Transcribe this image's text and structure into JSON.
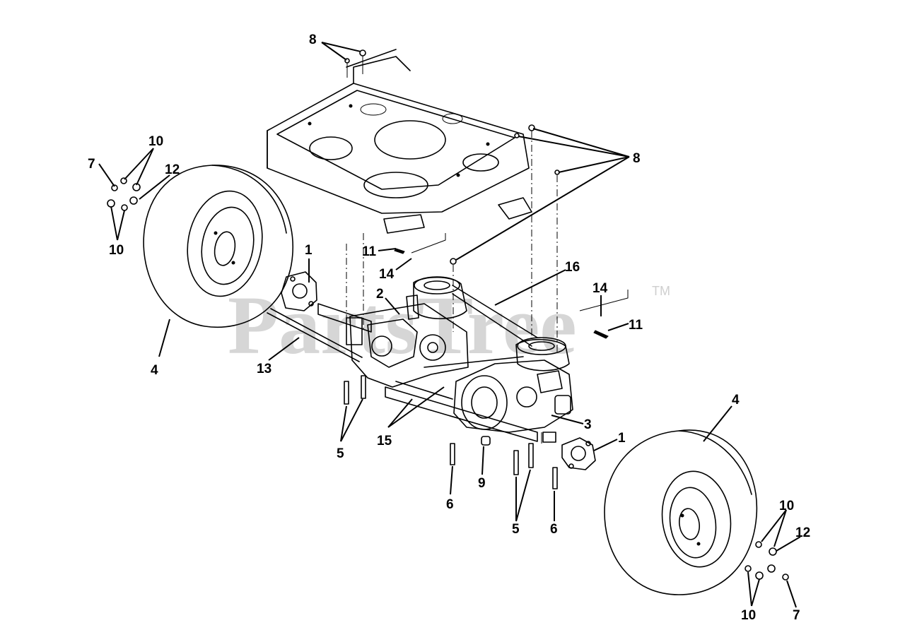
{
  "watermark": {
    "text": "PartsTree",
    "mark": "TM"
  },
  "callouts": [
    {
      "id": "c8-top",
      "number": "8"
    },
    {
      "id": "c8-right",
      "number": "8"
    },
    {
      "id": "c7-left",
      "number": "7"
    },
    {
      "id": "c10-left-top",
      "number": "10"
    },
    {
      "id": "c12-left",
      "number": "12"
    },
    {
      "id": "c10-left-bottom",
      "number": "10"
    },
    {
      "id": "c1-left",
      "number": "1"
    },
    {
      "id": "c11-left",
      "number": "11"
    },
    {
      "id": "c14-left",
      "number": "14"
    },
    {
      "id": "c16",
      "number": "16"
    },
    {
      "id": "c2",
      "number": "2"
    },
    {
      "id": "c14-right",
      "number": "14"
    },
    {
      "id": "c11-right",
      "number": "11"
    },
    {
      "id": "c4-left",
      "number": "4"
    },
    {
      "id": "c13",
      "number": "13"
    },
    {
      "id": "c5-left",
      "number": "5"
    },
    {
      "id": "c15",
      "number": "15"
    },
    {
      "id": "c3",
      "number": "3"
    },
    {
      "id": "c1-right",
      "number": "1"
    },
    {
      "id": "c4-right",
      "number": "4"
    },
    {
      "id": "c9",
      "number": "9"
    },
    {
      "id": "c6-left",
      "number": "6"
    },
    {
      "id": "c5-right",
      "number": "5"
    },
    {
      "id": "c6-right",
      "number": "6"
    },
    {
      "id": "c10-right-top",
      "number": "10"
    },
    {
      "id": "c12-right",
      "number": "12"
    },
    {
      "id": "c10-right-bottom",
      "number": "10"
    },
    {
      "id": "c7-right",
      "number": "7"
    }
  ]
}
